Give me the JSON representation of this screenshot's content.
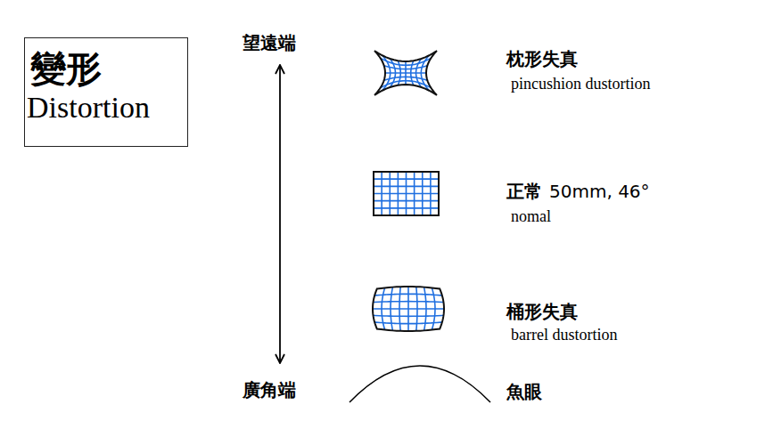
{
  "diagram": {
    "nodes": [
      {
        "text": [
          "變形",
          "Distortion"
        ]
      }
    ],
    "labels": [
      "望遠端",
      "枕形失真",
      "pincushion dustortion",
      "正常",
      "50mm, 46°",
      "nomal",
      "桶形失真",
      "barrel dustortion",
      "廣角端",
      "魚眼"
    ]
  }
}
